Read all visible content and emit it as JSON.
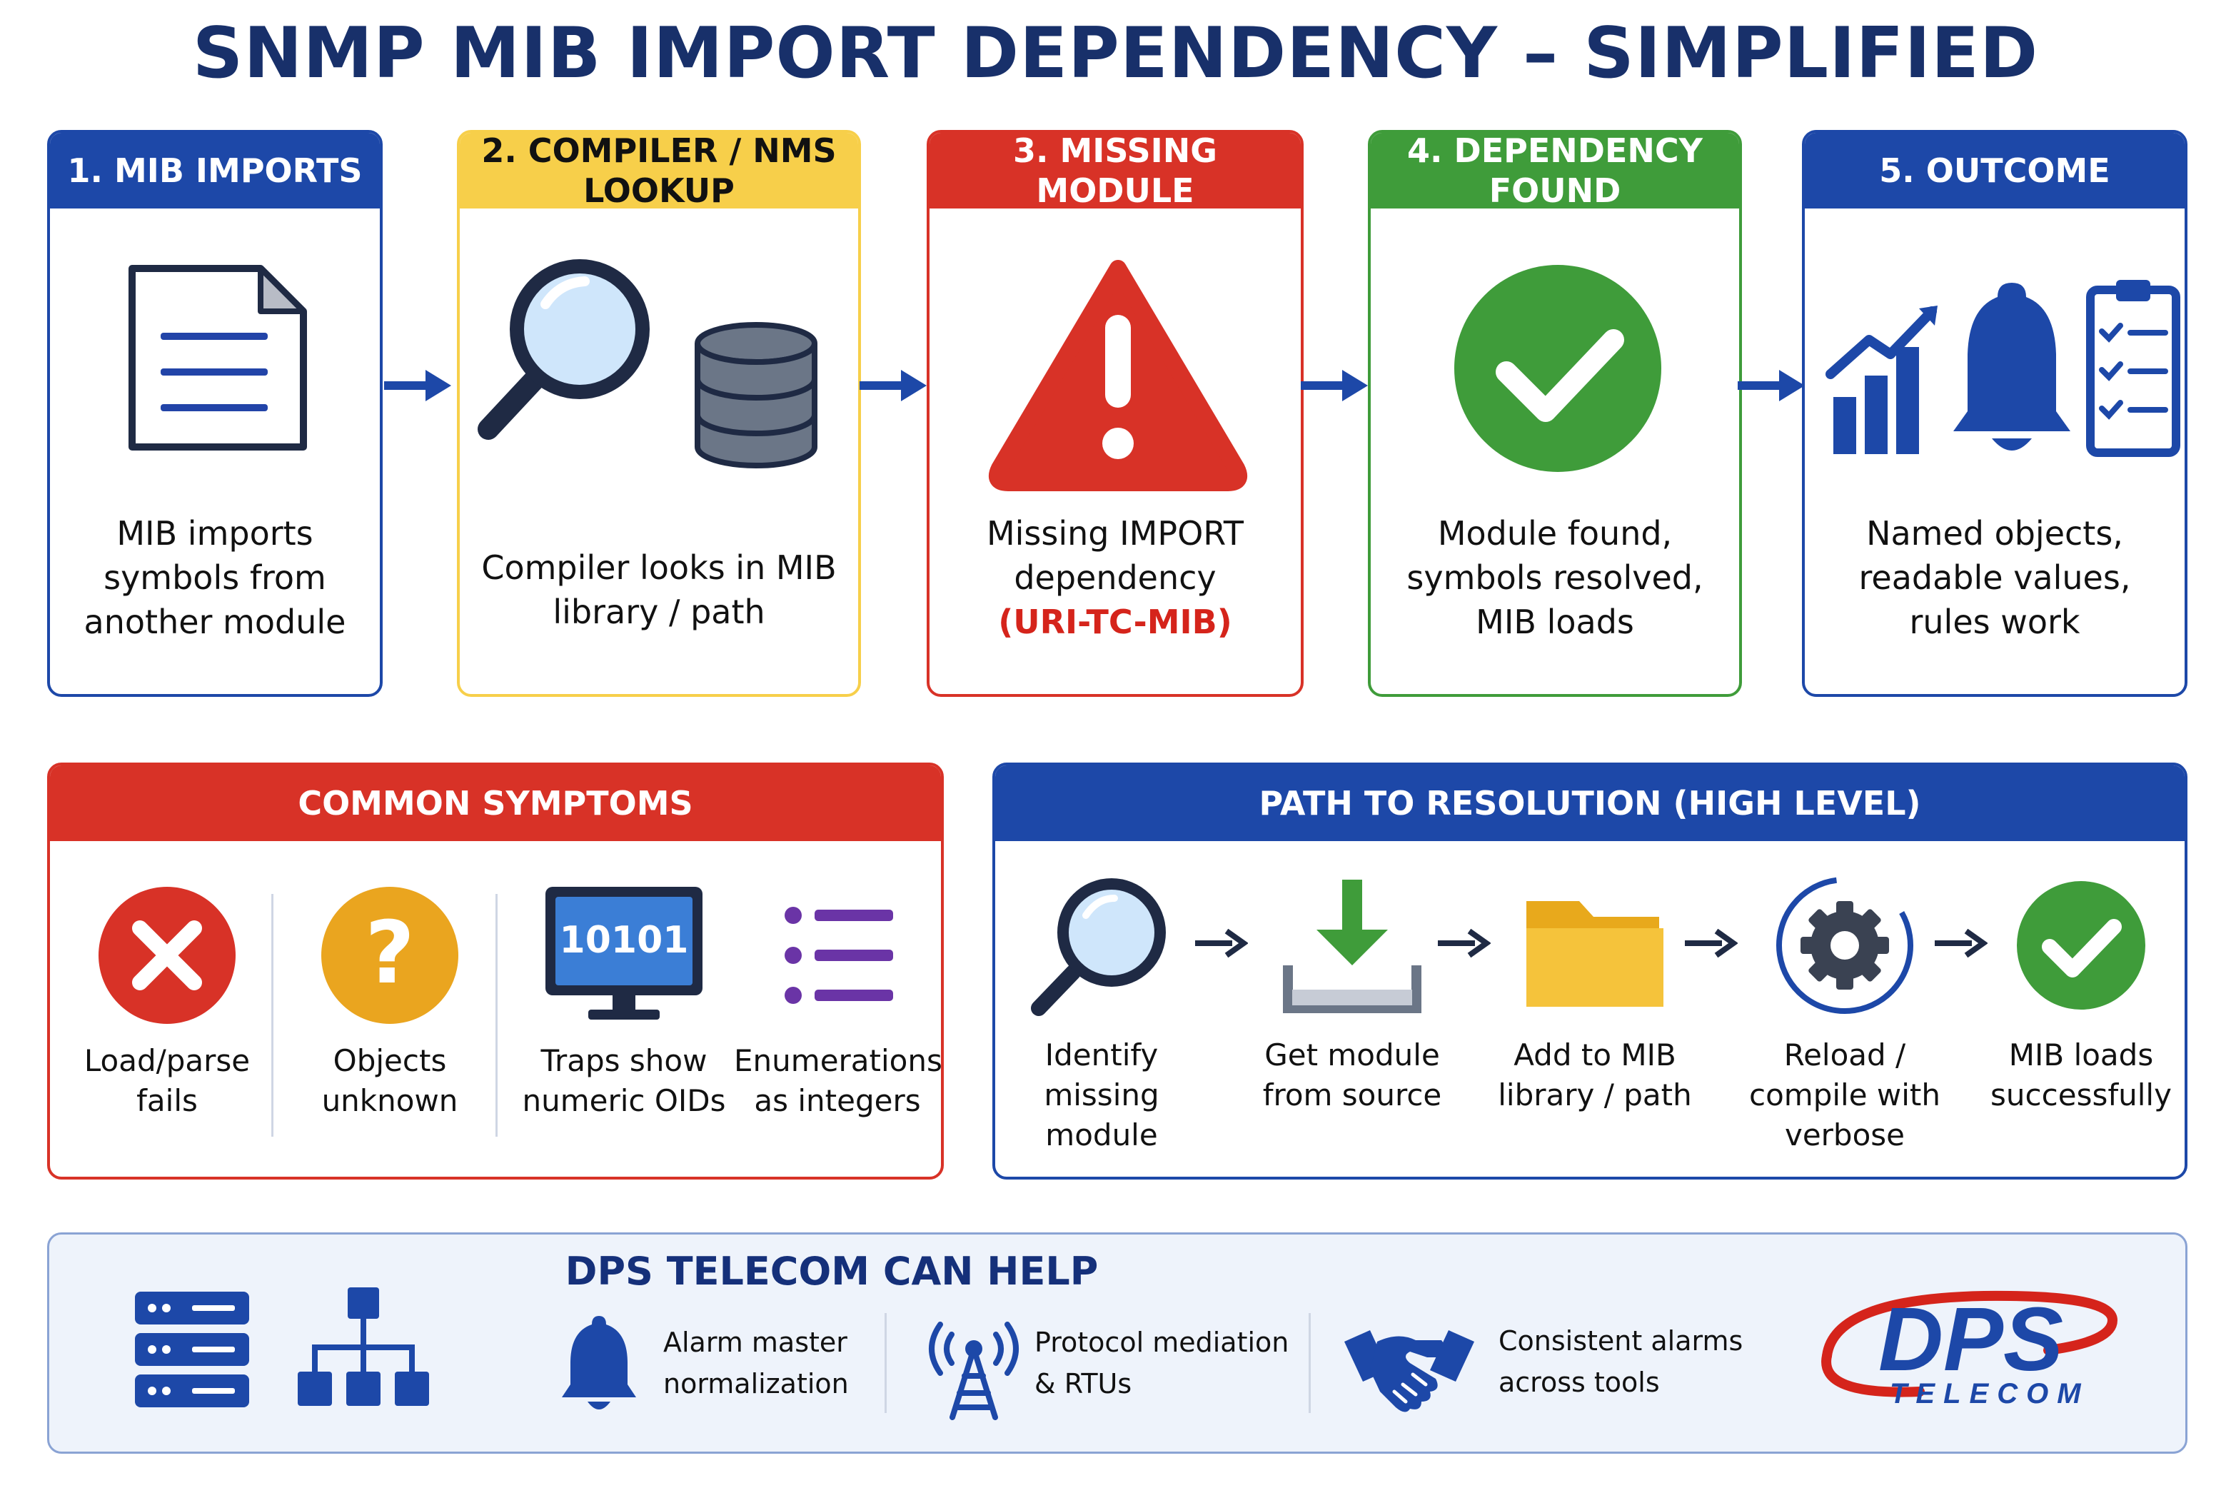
{
  "title": "SNMP MIB IMPORT DEPENDENCY – SIMPLIFIED",
  "colors": {
    "navy": "#18306a",
    "blue": "#1d48a8",
    "yellow": "#f7cf4a",
    "red": "#d83227",
    "green": "#3f9c3a",
    "accent_red_text": "#d5241b"
  },
  "steps": [
    {
      "header": "1. MIB IMPORTS",
      "icon": "document-icon",
      "desc": "MIB imports symbols from another module"
    },
    {
      "header": "2. COMPILER / NMS LOOKUP",
      "icon": "magnifier-database-icon",
      "desc": "Compiler looks in MIB library / path"
    },
    {
      "header": "3. MISSING MODULE",
      "icon": "warning-icon",
      "desc": "Missing IMPORT dependency",
      "highlight": "(URI-TC-MIB)"
    },
    {
      "header": "4. DEPENDENCY FOUND",
      "icon": "check-circle-icon",
      "desc": "Module found, symbols resolved, MIB loads"
    },
    {
      "header": "5. OUTCOME",
      "icon": "chart-bell-clipboard-icon",
      "desc": "Named objects, readable values, rules work"
    }
  ],
  "symptoms": {
    "header": "COMMON SYMPTOMS",
    "items": [
      {
        "label": "Load/parse fails",
        "icon": "error-x-icon"
      },
      {
        "label": "Objects unknown",
        "icon": "question-icon"
      },
      {
        "label": "Traps show numeric OIDs",
        "icon": "monitor-binary-icon",
        "screen": "10101"
      },
      {
        "label": "Enumerations as integers",
        "icon": "list-icon"
      }
    ]
  },
  "resolution": {
    "header": "PATH TO RESOLUTION (HIGH LEVEL)",
    "steps": [
      {
        "label": "Identify missing module",
        "icon": "search-icon"
      },
      {
        "label": "Get module from source",
        "icon": "download-icon"
      },
      {
        "label": "Add to MIB library / path",
        "icon": "folder-icon"
      },
      {
        "label": "Reload / compile with verbose",
        "icon": "gear-icon"
      },
      {
        "label": "MIB loads successfully",
        "icon": "check-circle-icon"
      }
    ]
  },
  "help": {
    "title": "DPS TELECOM CAN HELP",
    "features": [
      {
        "label": "Alarm master normalization",
        "icon": "bell-icon"
      },
      {
        "label": "Protocol mediation & RTUs",
        "icon": "radio-tower-icon"
      },
      {
        "label": "Consistent alarms across tools",
        "icon": "handshake-icon"
      }
    ],
    "logo_text": "DPS",
    "logo_sub": "TELECOM"
  }
}
